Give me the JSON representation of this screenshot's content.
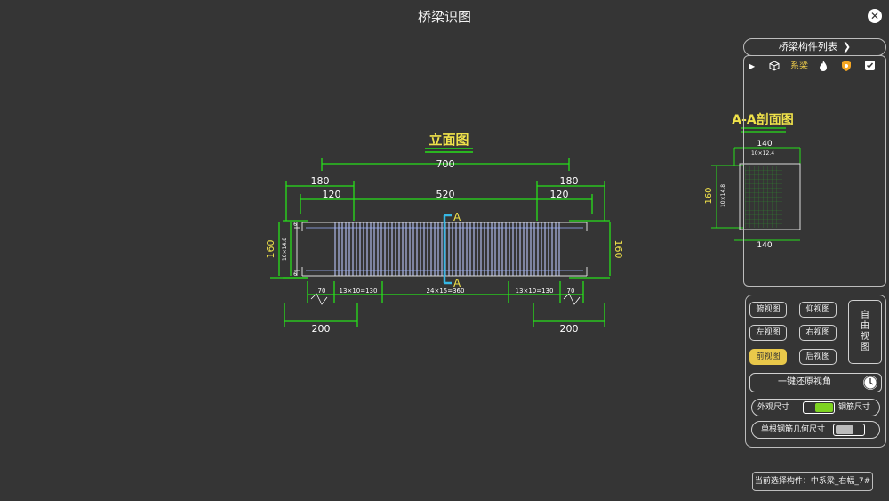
{
  "window": {
    "title": "桥梁识图",
    "close_glyph": "✕"
  },
  "elevation": {
    "title": "立面图",
    "section_mark": "A",
    "dim_overall": "700",
    "dim_left_outer": "180",
    "dim_right_outer": "180",
    "dim_left_inner": "120",
    "dim_right_inner": "120",
    "dim_middle": "520",
    "height_left": "160",
    "height_right": "160",
    "stirrup_vertical": "10×14.8",
    "side_small_top": "6",
    "side_small_bottom": "6",
    "spacing_left_70": "70",
    "spacing_left": "13×10=130",
    "spacing_middle": "24×15=360",
    "spacing_right": "13×10=130",
    "spacing_right_70": "70",
    "dim_bottom_left": "200",
    "dim_bottom_right": "200"
  },
  "section": {
    "title": "A-A剖面图",
    "width_top": "140",
    "width_bottom": "140",
    "height": "160",
    "note_top": "10×12.4",
    "note_side": "10×14.8"
  },
  "component_panel": {
    "header_label": "桥梁构件列表",
    "header_chevron": "❯",
    "tree_item_label": "系梁"
  },
  "view_panel": {
    "top_view": "俯视图",
    "bottom_view": "仰视图",
    "left_view": "左视图",
    "right_view": "右视图",
    "front_view": "前视图",
    "back_view": "后视图",
    "free_view": "自由视图",
    "reset_view": "一键还原视角",
    "appearance_dim": "外观尺寸",
    "rebar_dim": "钢筋尺寸",
    "single_rebar_dim": "单根钢筋几何尺寸"
  },
  "status": {
    "current_selection": "当前选择构件：中系梁_右幅_7#"
  },
  "colors": {
    "background": "#353535",
    "dimension_green": "#27e01a",
    "label_yellow": "#f0e24a",
    "section_cyan": "#36b8e6",
    "rebar_blue": "#9fb4ff",
    "active_button": "#e9c84a"
  },
  "icons": [
    "play-icon",
    "cube-icon",
    "fire-icon",
    "shield-icon",
    "check-icon",
    "clock-icon",
    "close-icon",
    "chevron-right-icon"
  ]
}
